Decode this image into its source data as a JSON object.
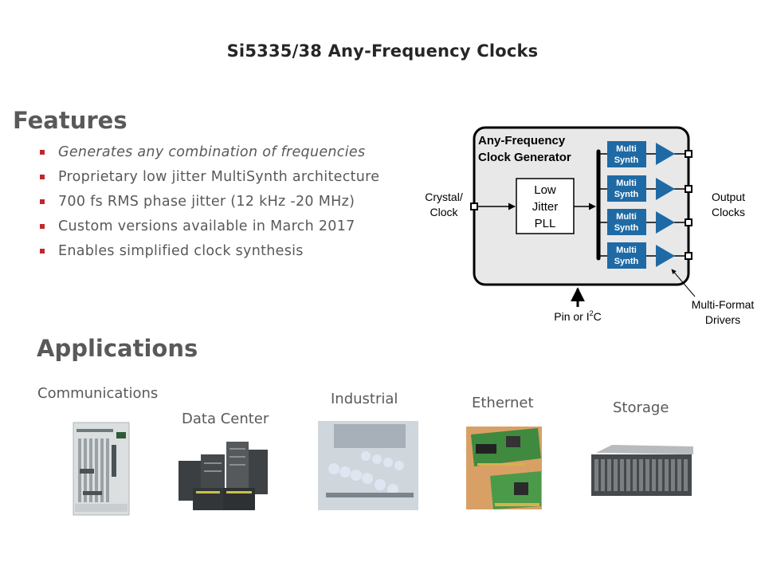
{
  "slide": {
    "title": "Si5335/38 Any-Frequency Clocks"
  },
  "features": {
    "heading": "Features",
    "bullet_color": "#c0272d",
    "items": [
      {
        "text": "Generates any combination of frequencies",
        "italic": true
      },
      {
        "text": "Proprietary low jitter MultiSynth  architecture",
        "italic": false
      },
      {
        "text": "700 fs RMS phase jitter (12 kHz -20 MHz)",
        "italic": false
      },
      {
        "text": "Custom versions available in March 2017",
        "italic": false
      },
      {
        "text": "Enables simplified clock synthesis",
        "italic": false
      }
    ]
  },
  "diagram": {
    "block_title_line1": "Any-Frequency",
    "block_title_line2": "Clock Generator",
    "pll_line1": "Low",
    "pll_line2": "Jitter",
    "pll_line3": "PLL",
    "input_line1": "Crystal/",
    "input_line2": "Clock",
    "output_line1": "Output",
    "output_line2": "Clocks",
    "control_label_prefix": "Pin or I",
    "control_label_sup": "2",
    "control_label_suffix": "C",
    "drivers_line1": "Multi-Format",
    "drivers_line2": "Drivers",
    "multisynth_line1": "Multi",
    "multisynth_line2": "Synth",
    "multisynth_color": "#1f6aa5",
    "block_fill": "#e8e8e8"
  },
  "applications": {
    "heading": "Applications",
    "items": [
      {
        "label": "Communications",
        "icon": "telecom-chassis-image"
      },
      {
        "label": "Data Center",
        "icon": "network-switches-image"
      },
      {
        "label": "Industrial",
        "icon": "factory-line-image"
      },
      {
        "label": "Ethernet",
        "icon": "ethernet-card-image"
      },
      {
        "label": "Storage",
        "icon": "storage-array-image"
      }
    ]
  }
}
